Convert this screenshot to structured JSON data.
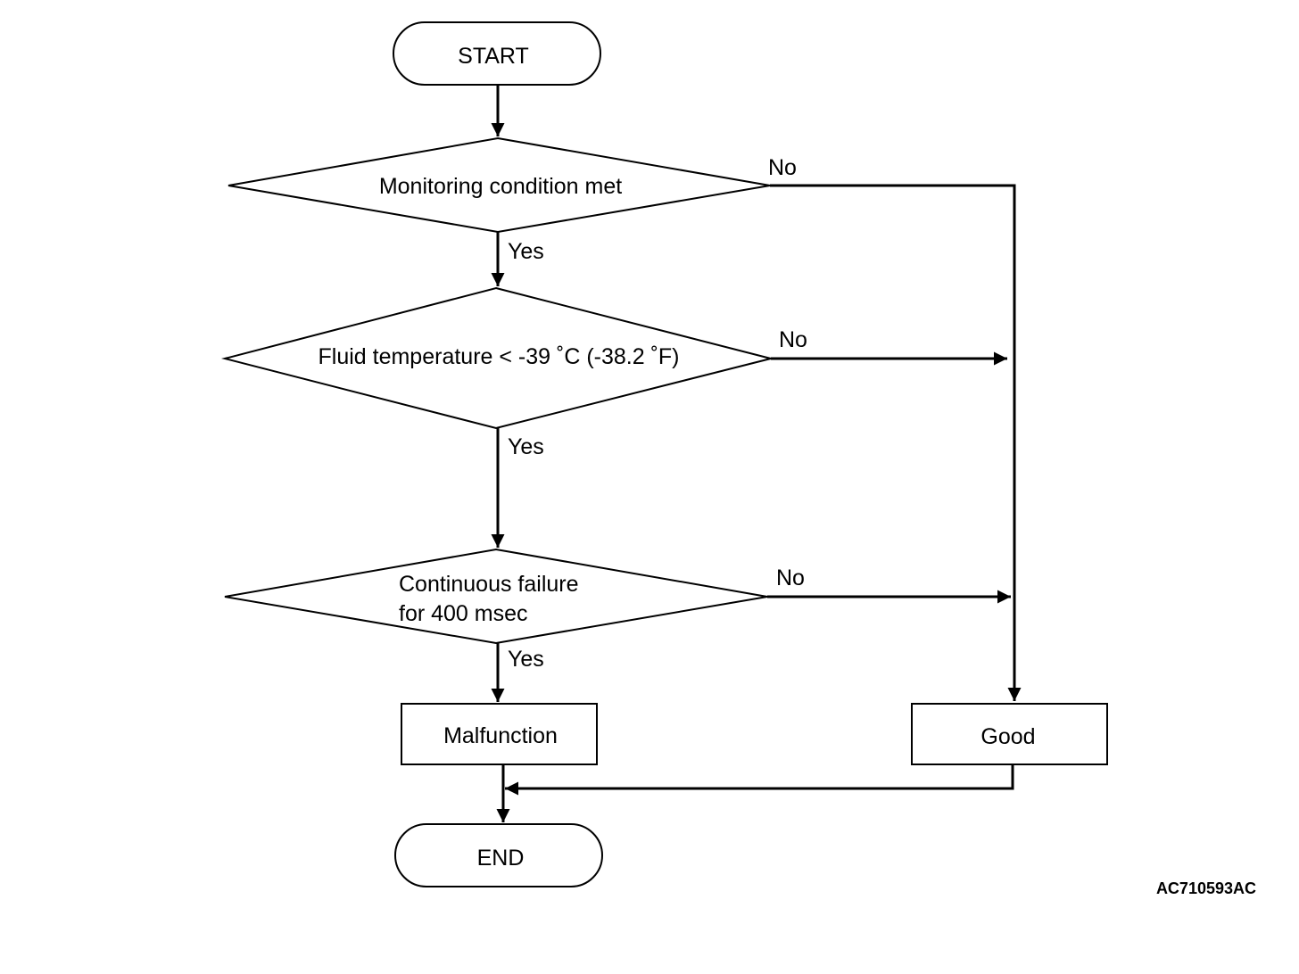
{
  "diagram": {
    "start": "START",
    "end": "END",
    "decisions": [
      {
        "lines": [
          "Monitoring condition met"
        ],
        "yes": "Yes",
        "no": "No"
      },
      {
        "lines": [
          "Fluid temperature < -39 ˚C (-38.2 ˚F)"
        ],
        "yes": "Yes",
        "no": "No"
      },
      {
        "lines": [
          "Continuous failure",
          "for 400 msec"
        ],
        "yes": "Yes",
        "no": "No"
      }
    ],
    "outcomes": {
      "malfunction": "Malfunction",
      "good": "Good"
    },
    "figure_code": "AC710593AC",
    "colors": {
      "stroke": "#000000",
      "background": "#ffffff"
    }
  }
}
